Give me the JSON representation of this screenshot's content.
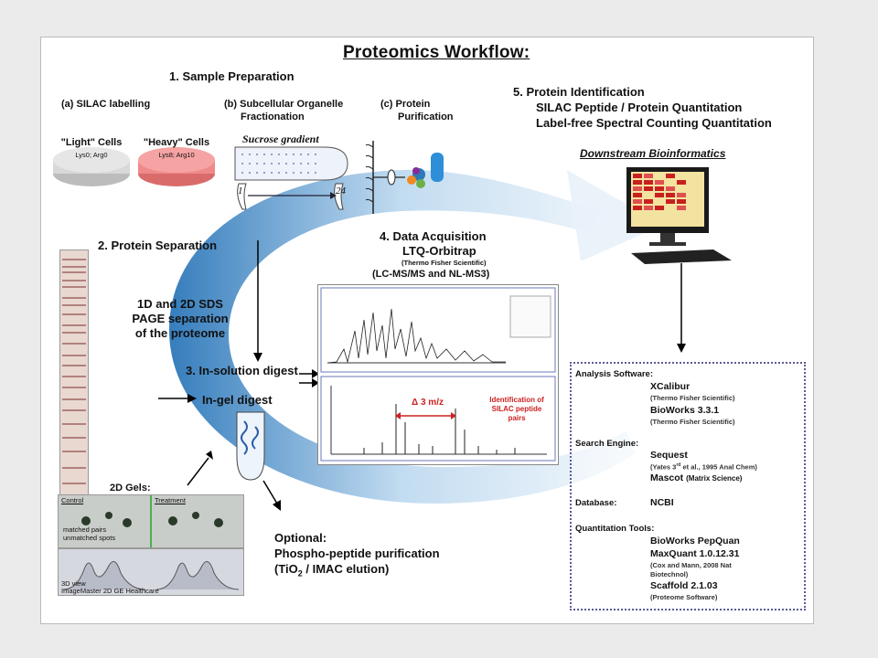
{
  "title": "Proteomics Workflow:",
  "step1": {
    "heading": "1.   Sample Preparation",
    "a_label": "(a)  SILAC labelling",
    "light_label": "\"Light\" Cells",
    "light_sub": "Lys0; Arg0",
    "heavy_label": "\"Heavy\" Cells",
    "heavy_sub": "Lys8; Arg10",
    "b_label_line1": "(b)  Subcellular Organelle",
    "b_label_line2": "Fractionation",
    "sucrose": "Sucrose gradient",
    "frac_start": "1",
    "frac_end": "24",
    "c_label_line1": "(c)  Protein",
    "c_label_line2": "Purification"
  },
  "step2": {
    "heading": "2.   Protein Separation",
    "sds_line1": "1D and 2D SDS",
    "sds_line2": "PAGE separation",
    "sds_line3": "of the proteome"
  },
  "step3": {
    "in_solution": "3.   In-solution digest",
    "in_gel": "In-gel digest",
    "gels_label": "2D Gels:",
    "gel_control": "Control",
    "gel_treatment": "Treatment",
    "gel_note1": "matched pairs",
    "gel_note2": "unmatched spots",
    "gel_3d1": "3D view",
    "gel_3d2": "ImageMaster 2D GE Healthcare"
  },
  "optional": {
    "line1": "Optional:",
    "line2": "Phospho-peptide purification",
    "line3_a": "(TiO",
    "line3_sub": "2",
    "line3_b": " / IMAC elution)"
  },
  "step4": {
    "line1": "4.   Data Acquisition",
    "line2": "LTQ-Orbitrap",
    "line3": "(Thermo Fisher Scientific)",
    "line4": "(LC-MS/MS and NL-MS3)",
    "delta": "Δ 3 m/z",
    "ident_line1": "Identification of",
    "ident_line2": "SILAC peptide",
    "ident_line3": "pairs"
  },
  "step5": {
    "line1": "5.   Protein Identification",
    "line2": "SILAC Peptide / Protein Quantitation",
    "line3": "Label-free Spectral Counting Quantitation",
    "downstream": "Downstream Bioinformatics"
  },
  "analysis": {
    "sw_label": "Analysis Software:",
    "xcal": "XCalibur",
    "xcal_sub": "(Thermo Fisher Scientific)",
    "bioworks": "BioWorks 3.3.1",
    "bioworks_sub": "(Thermo Fisher Scientific)",
    "se_label": "Search Engine:",
    "sequest": "Sequest",
    "sequest_sub_a": "(Yates 3",
    "sequest_sub_sup": "rd",
    "sequest_sub_b": " et al., 1995 Anal Chem)",
    "mascot": "Mascot",
    "mascot_sub": "(Matrix Science)",
    "db_label": "Database:",
    "ncbi": "NCBI",
    "qt_label": "Quantitation Tools:",
    "pepquan": "BioWorks PepQuan",
    "maxquant": "MaxQuant 1.0.12.31",
    "maxquant_sub1": "(Cox and Mann, 2008 Nat",
    "maxquant_sub2": "Biotechnol)",
    "scaffold": "Scaffold 2.1.03",
    "scaffold_sub": "(Proteome Software)"
  },
  "colors": {
    "ring": "#2e7fc4",
    "ring_light": "#e8f2fa",
    "light_dish": "#d8d8d8",
    "heavy_dish": "#f08a8a",
    "box_border": "#5b5b9a",
    "spectrum_annot": "#cc2222"
  }
}
